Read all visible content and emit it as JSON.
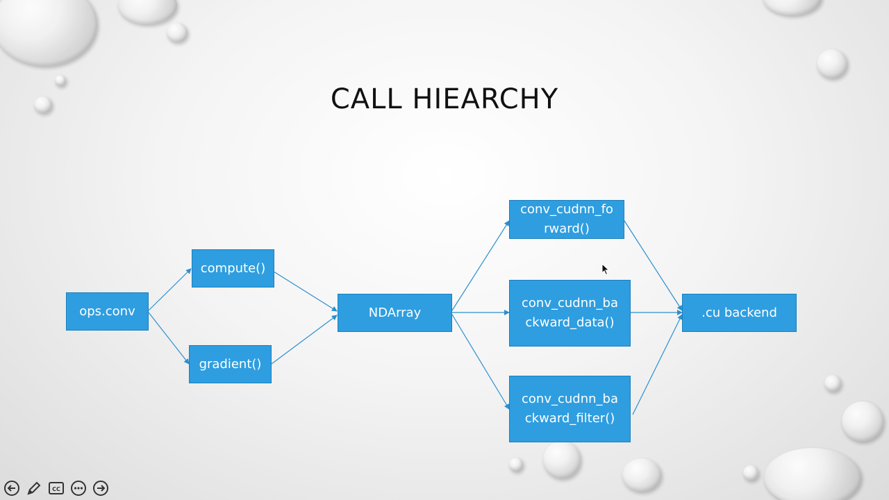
{
  "slide": {
    "title": "CALL HIEARCHY"
  },
  "diagram": {
    "nodes": {
      "ops_conv": "ops.conv",
      "compute": "compute()",
      "gradient": "gradient()",
      "ndarray": "NDArray",
      "forward_line1": "conv_cudnn_fo",
      "forward_line2": "rward()",
      "backward_data_line1": "conv_cudnn_ba",
      "backward_data_line2": "ckward_data()",
      "backward_filter_line1": "conv_cudnn_ba",
      "backward_filter_line2": "ckward_filter()",
      "cu_backend": ".cu backend"
    },
    "node_color": "#2e9ee0",
    "edge_color": "#2a8fcf"
  },
  "toolbar": {
    "items": [
      "previous-icon",
      "pen-icon",
      "captions-icon",
      "more-icon",
      "next-icon"
    ],
    "cc_label": "CC"
  }
}
